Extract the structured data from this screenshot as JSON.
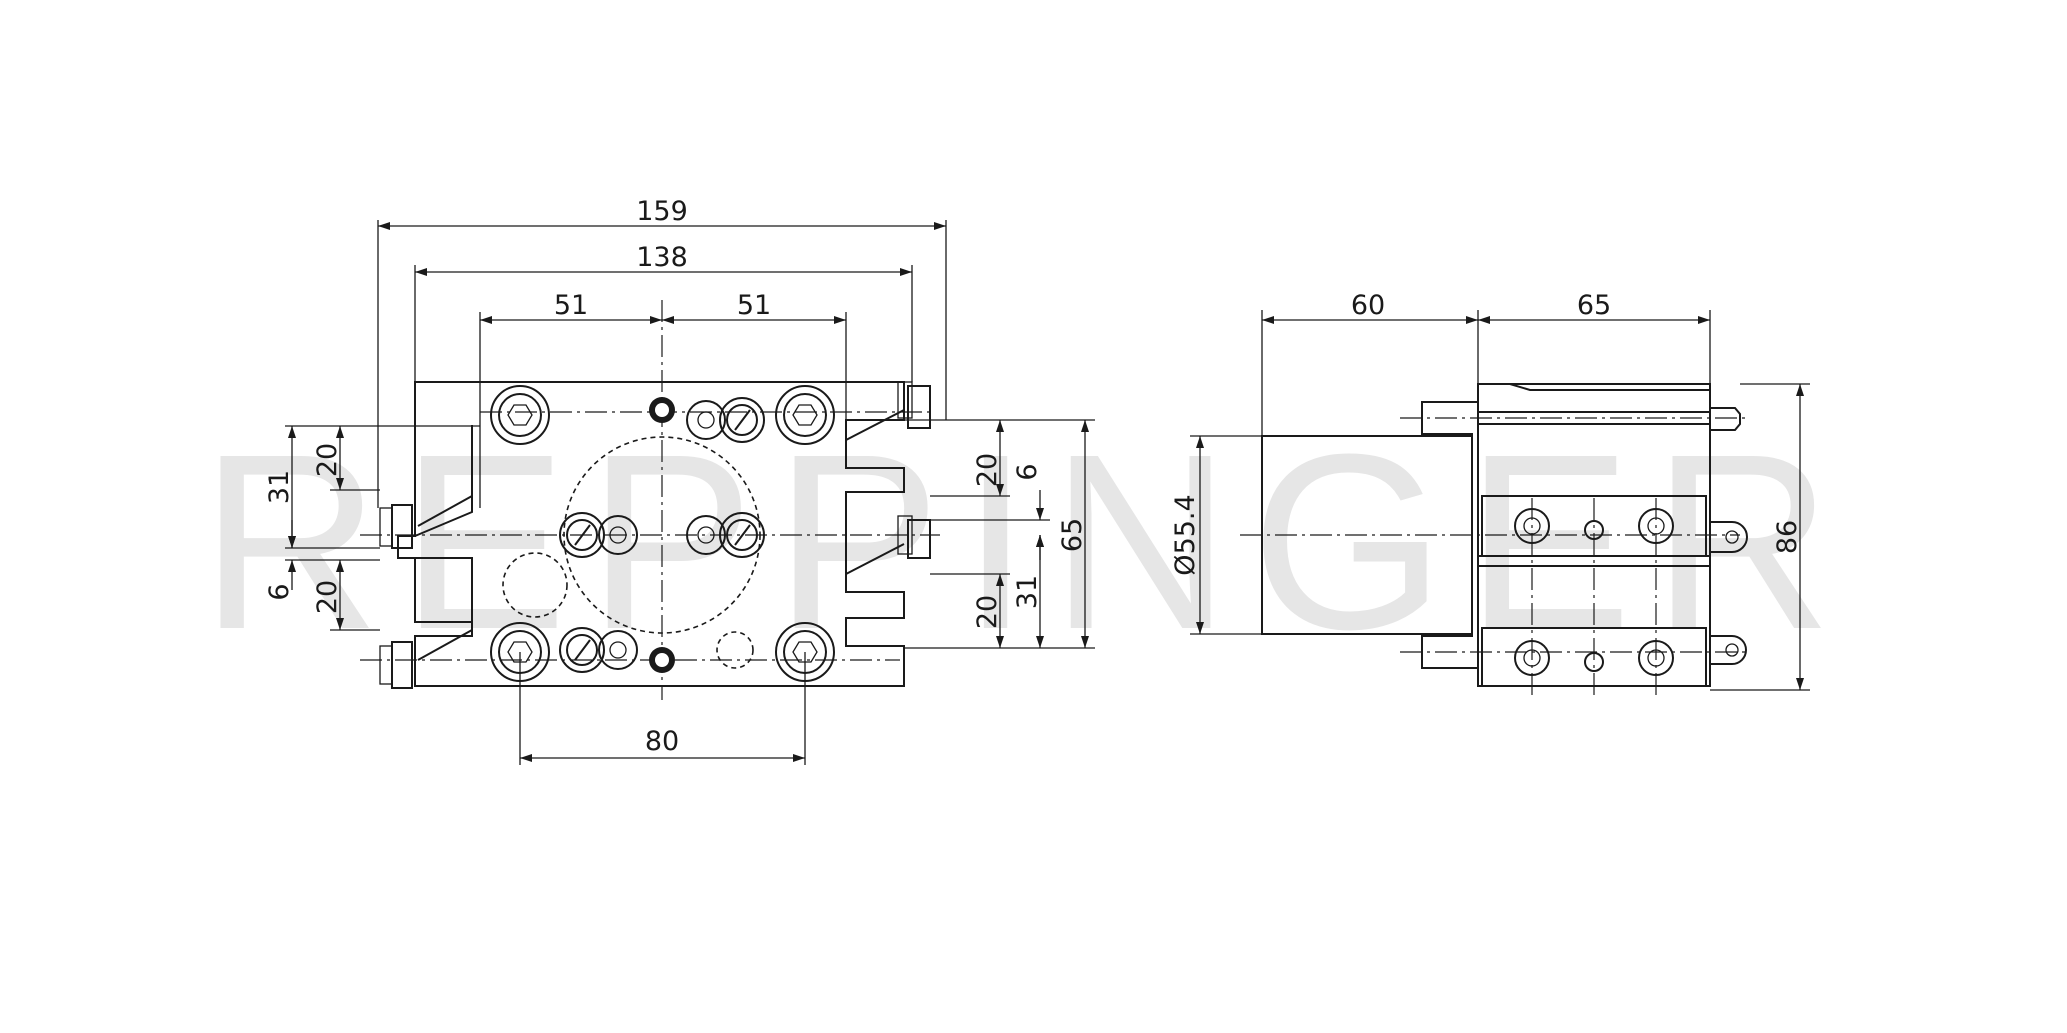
{
  "watermark": "REPPINGER",
  "front_view": {
    "dim_overall_width": "159",
    "dim_body_width": "138",
    "dim_left_half": "51",
    "dim_right_half": "51",
    "dim_bottom_bolts": "80",
    "dim_left_outer": "31",
    "dim_left_upper": "20",
    "dim_left_small": "6",
    "dim_left_lower": "20",
    "dim_right_upper": "20",
    "dim_right_small": "6",
    "dim_right_lower": "20",
    "dim_right_outer": "31",
    "dim_height": "65"
  },
  "side_view": {
    "dim_shank_length": "60",
    "dim_body_length": "65",
    "dim_shank_diameter": "Ø55.4",
    "dim_total_height": "86"
  }
}
